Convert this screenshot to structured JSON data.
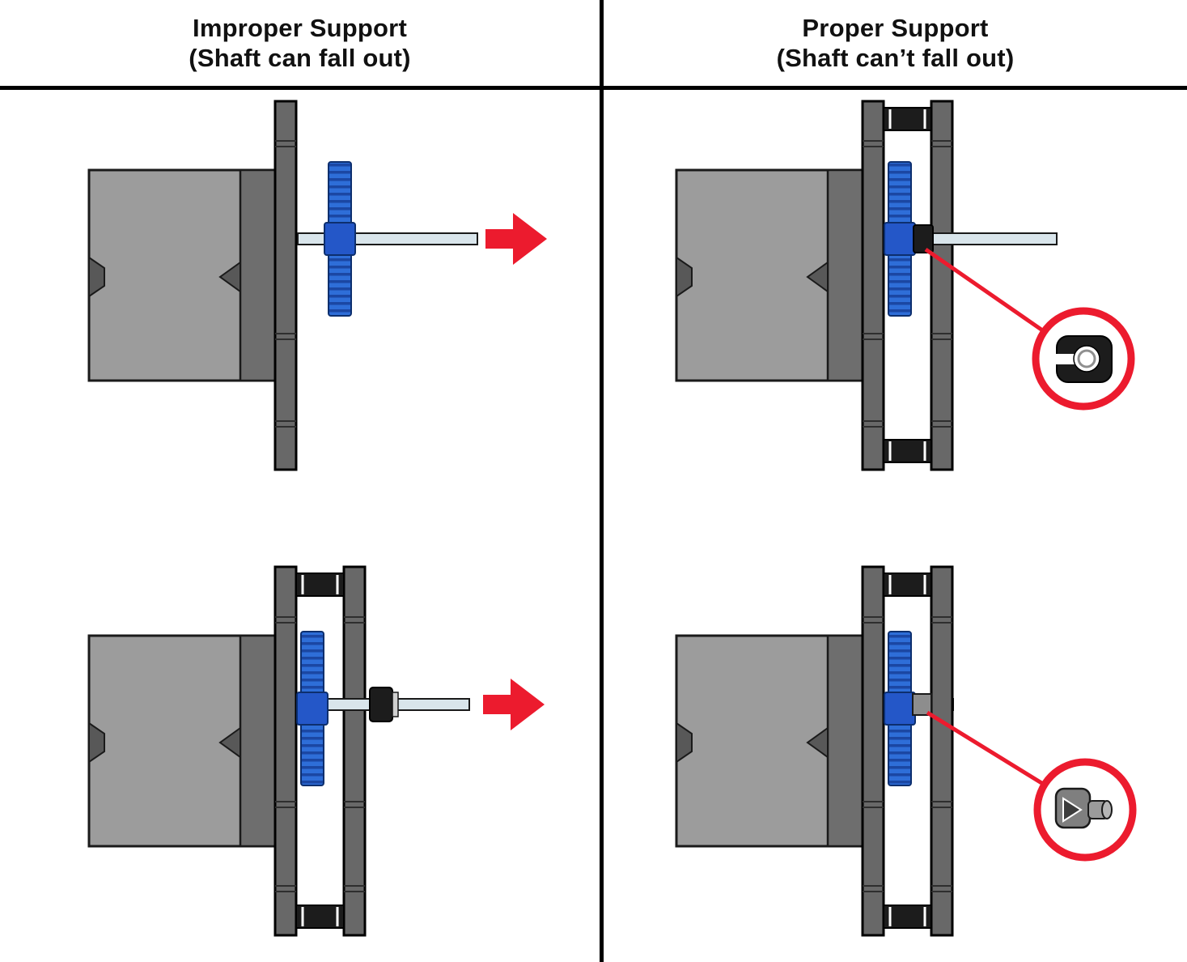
{
  "header": {
    "left": {
      "title": "Improper Support",
      "subtitle": "(Shaft can fall out)"
    },
    "right": {
      "title": "Proper Support",
      "subtitle": "(Shaft can’t fall out)"
    }
  },
  "icons": {
    "fall_out_arrow": "red-right-arrow",
    "clamp_collar": "clamping-shaft-collar",
    "socket_screw": "socket-head-screw"
  },
  "colors": {
    "accent_red": "#ec1b2e",
    "gear_blue": "#2e6ed8",
    "gear_blue_dark": "#1b47a3",
    "gear_hub": "#2457c8",
    "gear_outline": "#0d2f6e",
    "motor_light": "#9c9c9c",
    "motor_dark": "#6e6e6e",
    "motor_notch": "#585858",
    "plate_gray": "#686868",
    "shaft_fill": "#d9e5eb",
    "hardware_black": "#1c1c1c",
    "outline": "#1a1a1a"
  }
}
